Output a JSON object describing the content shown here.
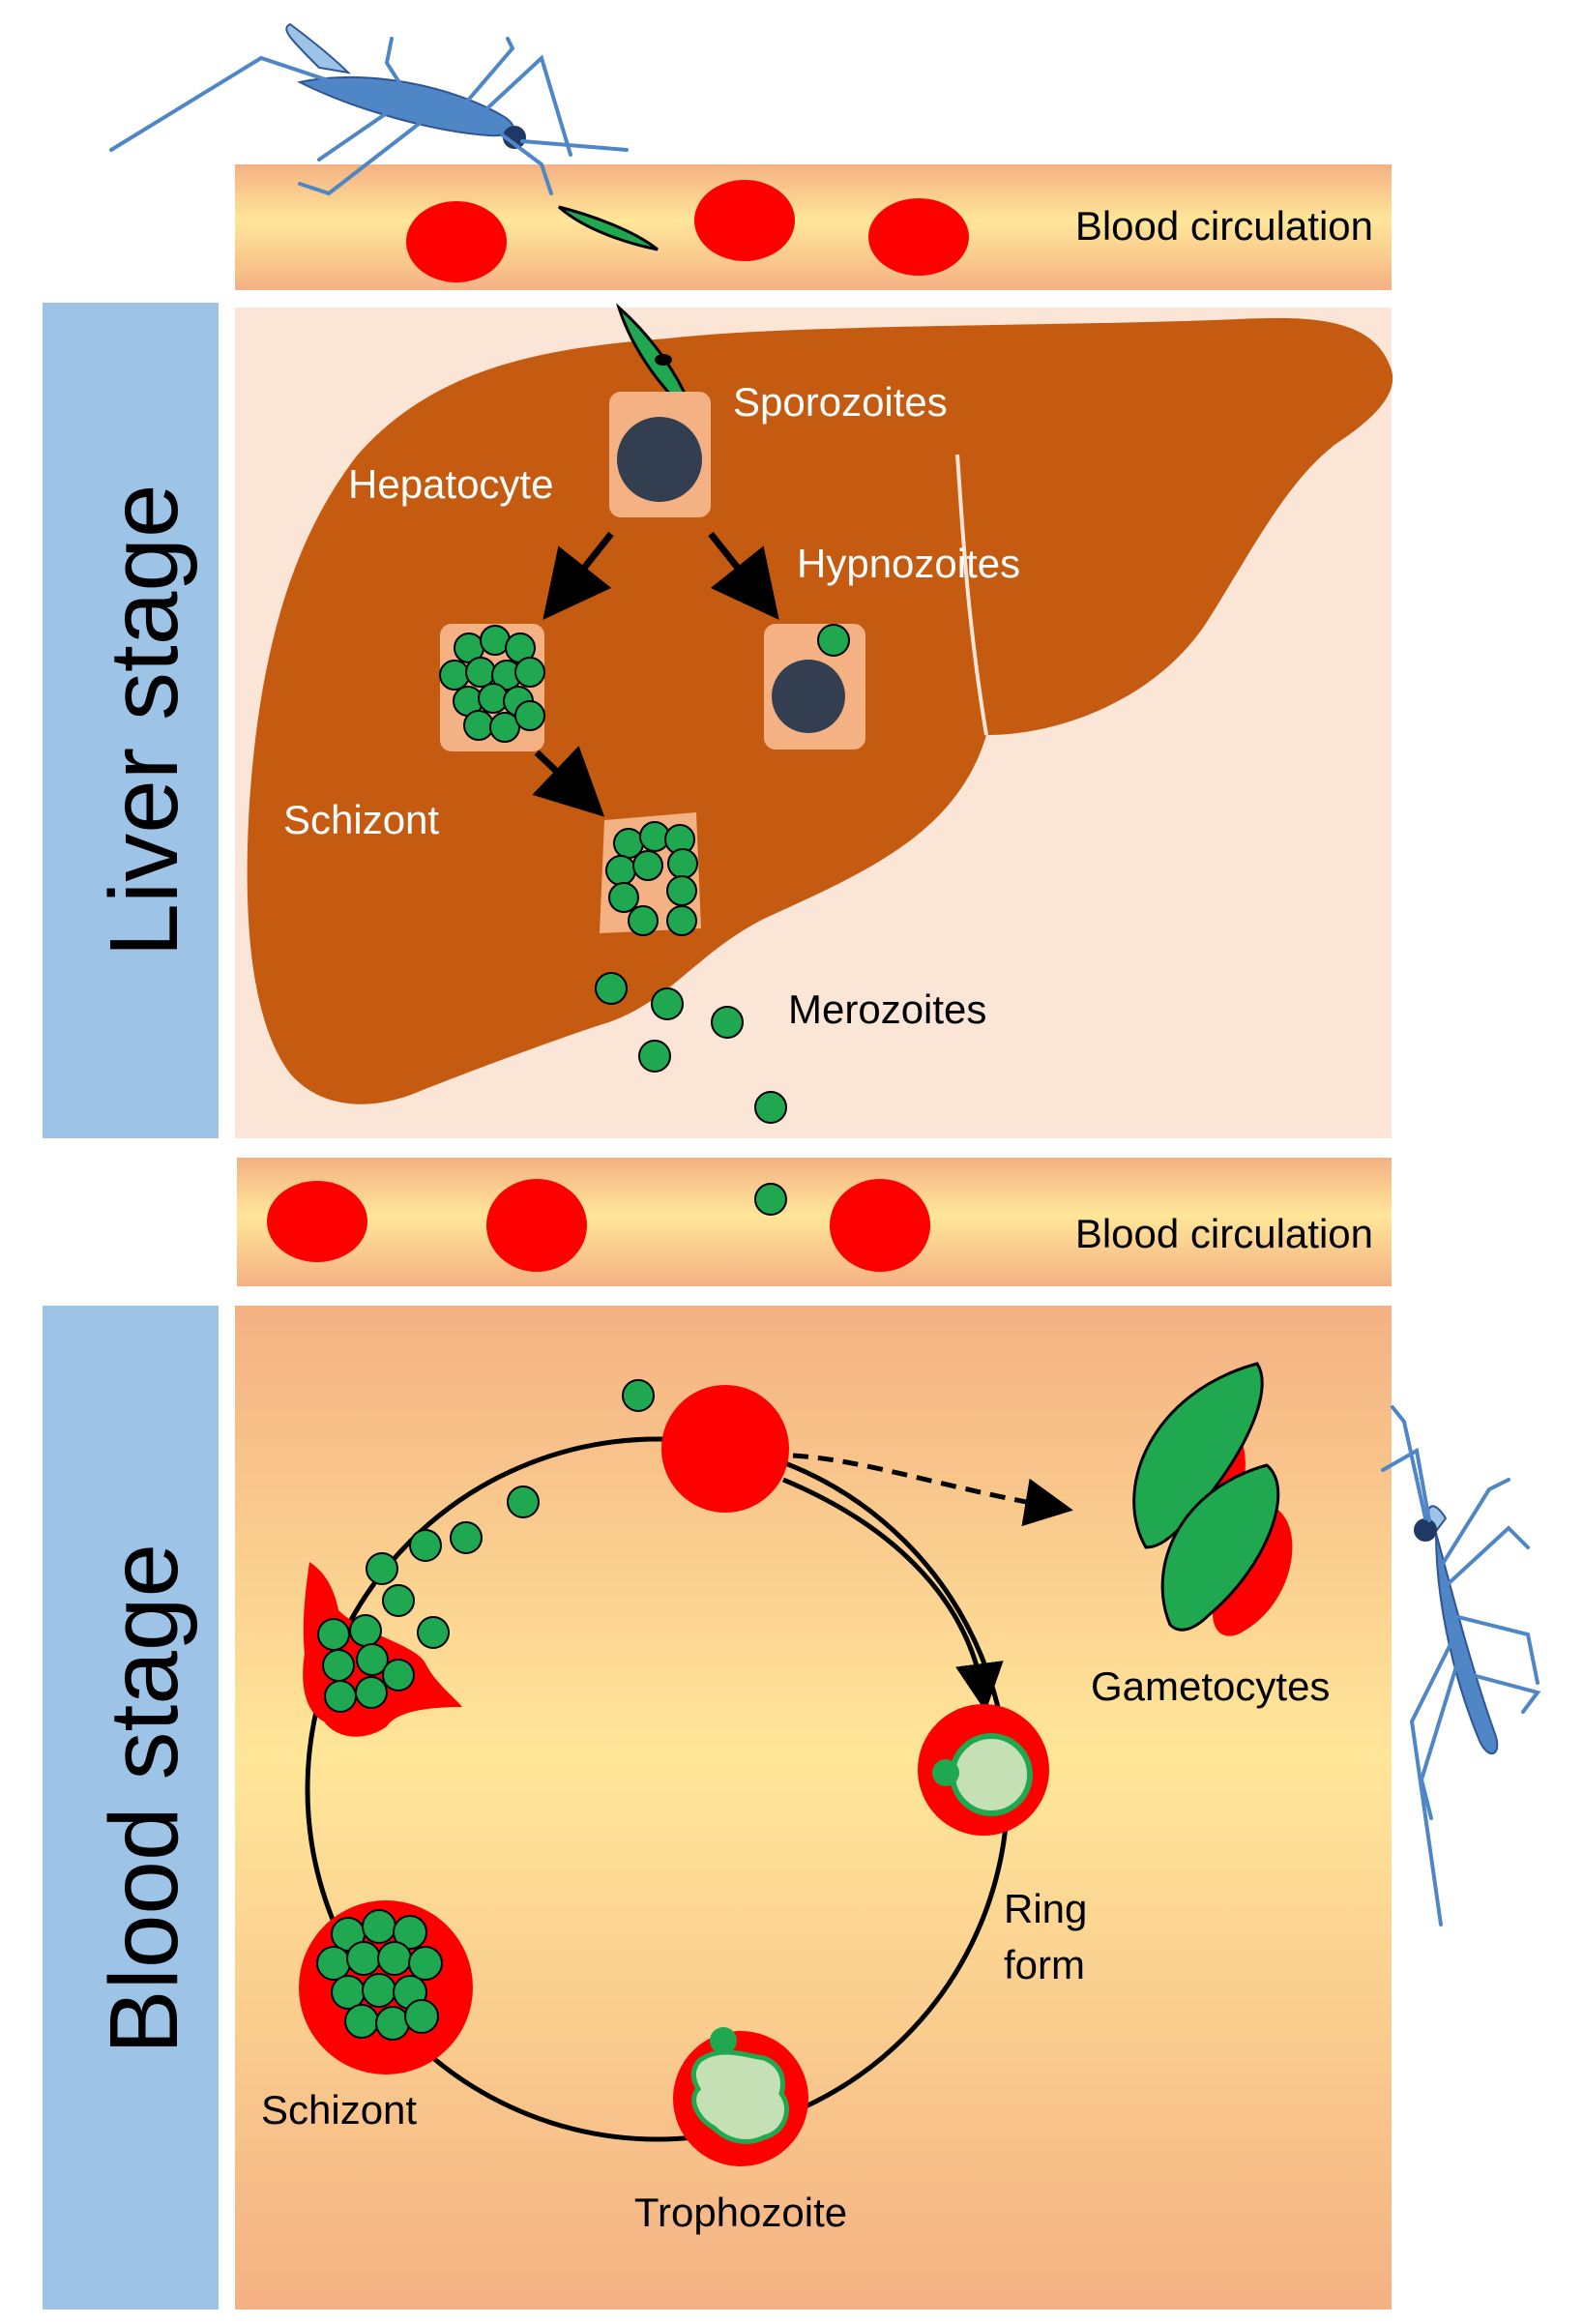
{
  "labels": {
    "blood_circulation_top": "Blood circulation",
    "blood_circulation_mid": "Blood circulation",
    "liver_stage": "Liver stage",
    "blood_stage": "Blood stage",
    "sporozoites": "Sporozoites",
    "hepatocyte": "Hepatocyte",
    "hypnozoites": "Hypnozoites",
    "schizont_liver": "Schizont",
    "merozoites": "Merozoites",
    "gametocytes": "Gametocytes",
    "ring_form_line1": "Ring",
    "ring_form_line2": "form",
    "trophozoite": "Trophozoite",
    "schizont_blood": "Schizont"
  },
  "colors": {
    "red_blood_cell": "#ff0000",
    "parasite_green": "#1fa84f",
    "liver_brown": "#c55a11",
    "liver_background": "#fbe5d6",
    "blood_stage_background": "#f9d19a",
    "stage_tab_blue": "#9dc3e6",
    "hepatocyte_fill": "#f4b183",
    "nucleus_dark": "#333f50",
    "mosquito_blue": "#4f86c6"
  },
  "icons": [
    "mosquito-icon",
    "sporozoite-icon",
    "red-blood-cell-icon",
    "merozoite-icon",
    "arrow-icon"
  ]
}
